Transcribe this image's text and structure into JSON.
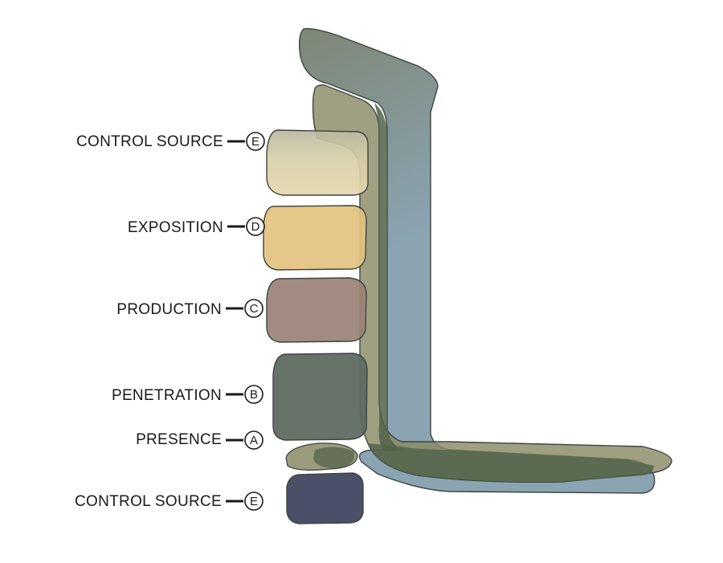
{
  "labels": [
    {
      "text": "CONTROL SOURCE",
      "letter": "E"
    },
    {
      "text": "EXPOSITION",
      "letter": "D"
    },
    {
      "text": "PRODUCTION",
      "letter": "C"
    },
    {
      "text": "PENETRATION",
      "letter": "B"
    },
    {
      "text": "PRESENCE",
      "letter": "A"
    },
    {
      "text": "CONTROL SOURCE",
      "letter": "E"
    }
  ],
  "colors": {
    "blue_band": "#7e9aaa",
    "olive_band": "#8a8a67",
    "green_overlap": "#4f6148",
    "control_source_top": "#d9cfa6",
    "exposition": "#e2c27f",
    "production": "#9a8175",
    "penetration": "#5f6a61",
    "control_source_bottom": "#4b5068",
    "outline": "#3d4540"
  }
}
